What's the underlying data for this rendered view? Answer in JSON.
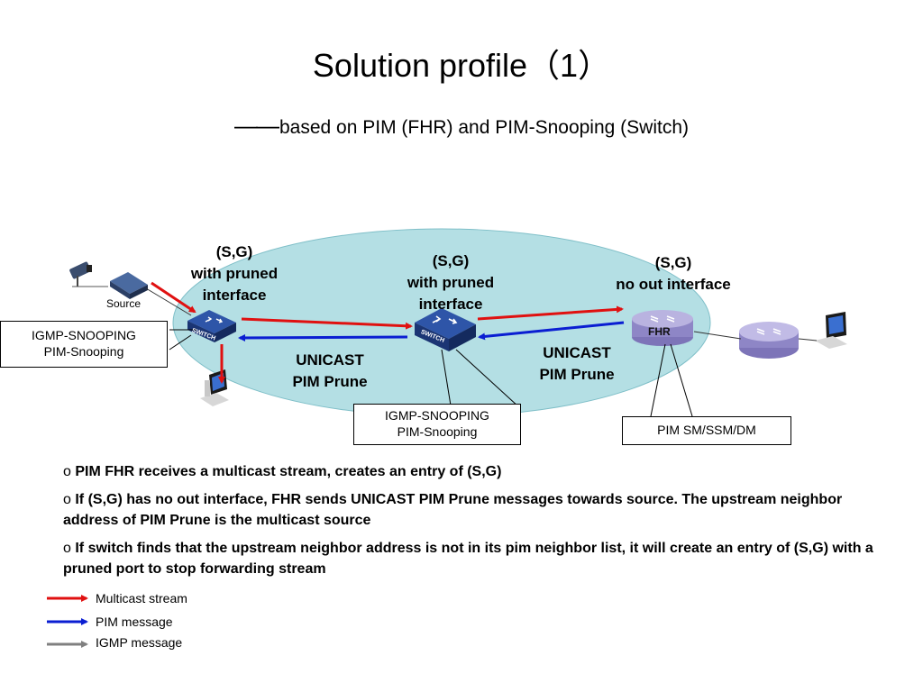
{
  "title": "Solution profile（1）",
  "subtitle": {
    "dash": "——",
    "text": "based on PIM (FHR) and PIM-Snooping (Switch)"
  },
  "labels": {
    "sg_left": [
      "(S,G)",
      "with pruned",
      "interface"
    ],
    "sg_mid": [
      "(S,G)",
      "with pruned",
      "interface"
    ],
    "sg_right": [
      "(S,G)",
      "no out interface"
    ],
    "unicast_left": [
      "UNICAST",
      "PIM Prune"
    ],
    "unicast_right": [
      "UNICAST",
      "PIM Prune"
    ],
    "source": "Source",
    "fhr": "FHR",
    "switch_left": "SWITCH",
    "switch_mid": "SWITCH"
  },
  "boxes": {
    "igmp_left": [
      "IGMP-SNOOPING",
      "PIM-Snooping"
    ],
    "igmp_mid": [
      "IGMP-SNOOPING",
      "PIM-Snooping"
    ],
    "pim_sm": "PIM SM/SSM/DM"
  },
  "bullets": [
    {
      "marker": "o",
      "text": "PIM FHR receives a multicast stream,  creates an entry of (S,G)"
    },
    {
      "marker": "o",
      "text": "If (S,G) has no out interface, FHR sends UNICAST  PIM Prune messages  towards source. The upstream neighbor address of  PIM Prune is the multicast source"
    },
    {
      "marker": "o",
      "text": "If switch finds that the upstream neighbor address is not in its pim neighbor list, it will create an entry of (S,G) with a  pruned port  to stop forwarding  stream"
    }
  ],
  "legend": [
    {
      "label": "Multicast stream",
      "color": "#e01010"
    },
    {
      "label": "PIM message",
      "color": "#0a1ed2"
    },
    {
      "label": "IGMP message",
      "color": "#808080"
    }
  ],
  "colors": {
    "ellipse": "#b4dfe4",
    "multicast": "#e01010",
    "pim": "#0a1ed2",
    "igmp": "#808080",
    "switch": "#1e3c8c",
    "router": "#a9a2d6"
  }
}
